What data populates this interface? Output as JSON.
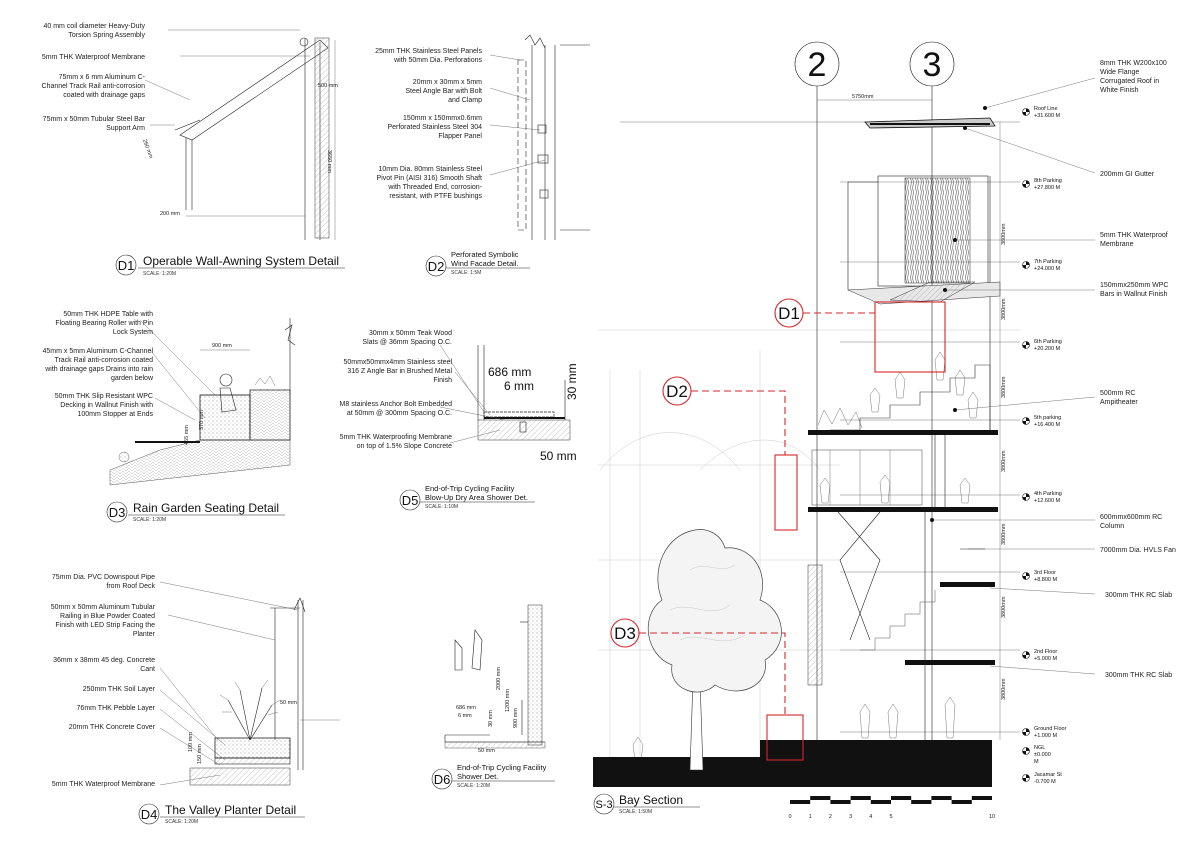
{
  "d1": {
    "tag": "D1",
    "title": "Operable Wall-Awning System Detail",
    "scale": "SCALE: 1:20M",
    "notes": [
      "40 mm coil diameter Heavy-Duty",
      "Torsion Spring Assembly",
      "5mm THK Waterproof Membrane",
      "75mm x 6 mm Aluminum C-",
      "Channel Track Rail anti-corrosion",
      "coated with drainage gaps",
      "75mm x 50mm Tubular Steel Bar",
      "Support Arm"
    ],
    "dims": [
      "500 mm",
      "3650 mm",
      "200 mm",
      "260 mm"
    ]
  },
  "d2": {
    "tag": "D2",
    "title_1": "Perforated Symbolic",
    "title_2": "Wind Facade Detail.",
    "scale": "SCALE: 1:5M",
    "notes": [
      "25mm THK Stainless Steel Panels",
      "with 50mm Dia. Perforations",
      "20mm x 30mm x 5mm",
      "Steel Angle Bar with Bolt",
      "and Clamp",
      "150mm x 150mmx0.6mm",
      "Perforated Stainless Steel 304",
      "Flapper Panel",
      "10mm Dia. 80mm Stainless Steel",
      "Pivot Pin (AISI 316) Smooth Shaft",
      "with Threaded End, corrosion-",
      "resistant, with PTFE bushings"
    ]
  },
  "d3": {
    "tag": "D3",
    "title": "Rain Garden Seating Detail",
    "scale": "SCALE: 1:20M",
    "notes": [
      "50mm THK HDPE Table with",
      "Floating Bearing Roller with Pin",
      "Lock System",
      "45mm x 5mm Aluminum C-Channel",
      "Track Rail anti-corrosion coated",
      "with drainage gaps  Drains into rain",
      "garden below",
      "50mm  THK Slip Resistant WPC",
      "Decking in Wallnut Finish with",
      "100mm Stopper at Ends"
    ],
    "dims": [
      "900 mm",
      "370 mm",
      "455 mm"
    ]
  },
  "d4": {
    "tag": "D4",
    "title": "The Valley Planter Detail",
    "scale": "SCALE: 1:20M",
    "notes": [
      "75mm Dia. PVC Downspout Pipe",
      "from Roof Deck",
      "50mm x 50mm Aluminum Tubular",
      "Railing in Blue Powder Coated",
      "Finish with LED Strip Facing the",
      "Planter",
      "36mm x 38mm 45 deg. Concrete",
      "Cant",
      "250mm THK Soil Layer",
      "76mm THK Pebble Layer",
      "20mm THK Concrete Cover",
      "5mm THK Waterproof Membrane"
    ],
    "dims": [
      "50 mm",
      "100 mm",
      "150 mm"
    ]
  },
  "d5": {
    "tag": "D5",
    "title_1": "End-of-Trip Cycling Facility",
    "title_2": "Blow-Up Dry Area Shower Det.",
    "scale": "SCALE: 1:10M",
    "notes": [
      "30mm x 50mm Teak Wood",
      "Slats @ 36mm Spacing O.C.",
      "50mmx50mmx4mm Stainless steel",
      "316 Z Angle Bar in Brushed Metal",
      "Finish",
      "M8 stainless Anchor Bolt Embedded",
      "at 50mm @ 300mm Spacing O.C.",
      "5mm THK Waterproofing Membrane",
      "on top of 1.5% Slope Concrete"
    ],
    "dims": [
      "686 mm",
      "6 mm",
      "30 mm",
      "50 mm"
    ]
  },
  "d6": {
    "tag": "D6",
    "title_1": "End-of-Trip Cycling Facility",
    "title_2": "Shower Det.",
    "scale": "SCALE: 1:20M",
    "dims": [
      "686 mm",
      "6 mm",
      "30 mm",
      "2000 mm",
      "1200 mm",
      "900 mm",
      "50 mm"
    ]
  },
  "section": {
    "tag": "S-3",
    "title": "Bay Section",
    "scale": "SCALE: 1:50M",
    "grid_1": "2",
    "grid_2": "3",
    "grid_span": "5750mm",
    "callouts": [
      "D1",
      "D2",
      "D3"
    ],
    "levels": [
      {
        "name": "Roof Line",
        "elev": "+31.600 M"
      },
      {
        "name": "8th Parking",
        "elev": "+27.800 M"
      },
      {
        "name": "7th Parking",
        "elev": "+24.000 M"
      },
      {
        "name": "6th Parking",
        "elev": "+20.200 M"
      },
      {
        "name": "5th parking",
        "elev": "+16.400 M"
      },
      {
        "name": "4th Parking",
        "elev": "+12.600 M"
      },
      {
        "name": "3rd Floor",
        "elev": "+8.800 M"
      },
      {
        "name": "2nd Floor",
        "elev": "+5.000 M"
      },
      {
        "name": "Ground Floor",
        "elev": "+1.000 M"
      },
      {
        "name": "NGL",
        "elev": "±0.000",
        "unit": "M"
      },
      {
        "name": "Jacamar St",
        "elev": "-0.700 M"
      }
    ],
    "storey_dims": [
      "3800mm",
      "3800mm",
      "3800mm",
      "3800mm",
      "3800mm",
      "3800mm",
      "3800mm",
      "4000mm"
    ],
    "notes": {
      "roof_1": "8mm THK W200x100",
      "roof_2": "Wide Flange",
      "roof_3": "Corrugated Roof in",
      "roof_4": "White Finish",
      "gutter": "200mm GI Gutter",
      "membrane_1": "5mm THK Waterproof",
      "membrane_2": "Membrane",
      "wpc_1": "150mmx250mm WPC",
      "wpc_2": "Bars in Wallnut Finish",
      "amph_1": "500mm RC",
      "amph_2": "Ampitheater",
      "column_1": "600mmx600mm RC",
      "column_2": "Column",
      "fan": "7000mm Dia. HVLS Fan",
      "slab_a": "300mm THK RC Slab",
      "slab_b": "300mm THK RC Slab"
    },
    "scalebar": [
      "0",
      "1",
      "2",
      "3",
      "4",
      "5",
      "10"
    ]
  }
}
